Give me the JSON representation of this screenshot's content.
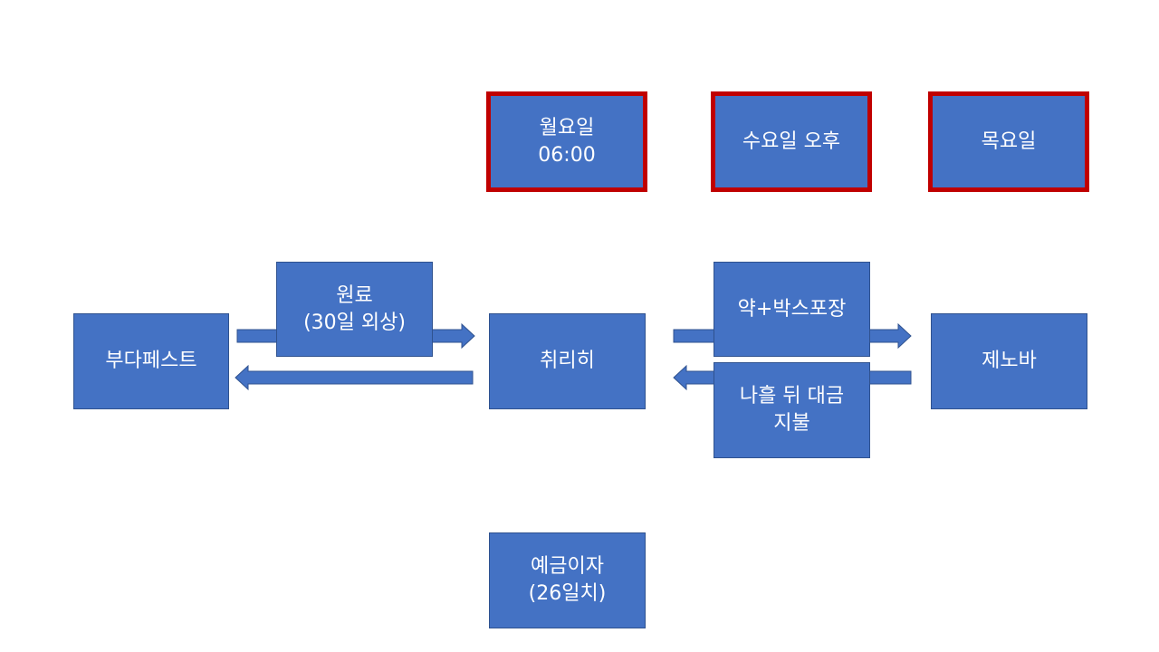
{
  "days": {
    "monday": {
      "line1": "월요일",
      "line2": "06:00"
    },
    "wednesday": {
      "line1": "수요일 오후"
    },
    "thursday": {
      "line1": "목요일"
    }
  },
  "nodes": {
    "budapest": {
      "line1": "부다페스트"
    },
    "zurich": {
      "line1": "취리히"
    },
    "genoa": {
      "line1": "제노바"
    },
    "interest": {
      "line1": "예금이자",
      "line2": "(26일치)"
    }
  },
  "labels": {
    "raw_material": {
      "line1": "원료",
      "line2": "(30일 외상)"
    },
    "packaging": {
      "line1": "약+박스포장"
    },
    "payment": {
      "line1": "나흘 뒤 대금",
      "line2": "지불"
    }
  },
  "colors": {
    "box_fill": "#4472c4",
    "box_border": "#2f528f",
    "highlight_border": "#c00000",
    "text": "#ffffff"
  }
}
